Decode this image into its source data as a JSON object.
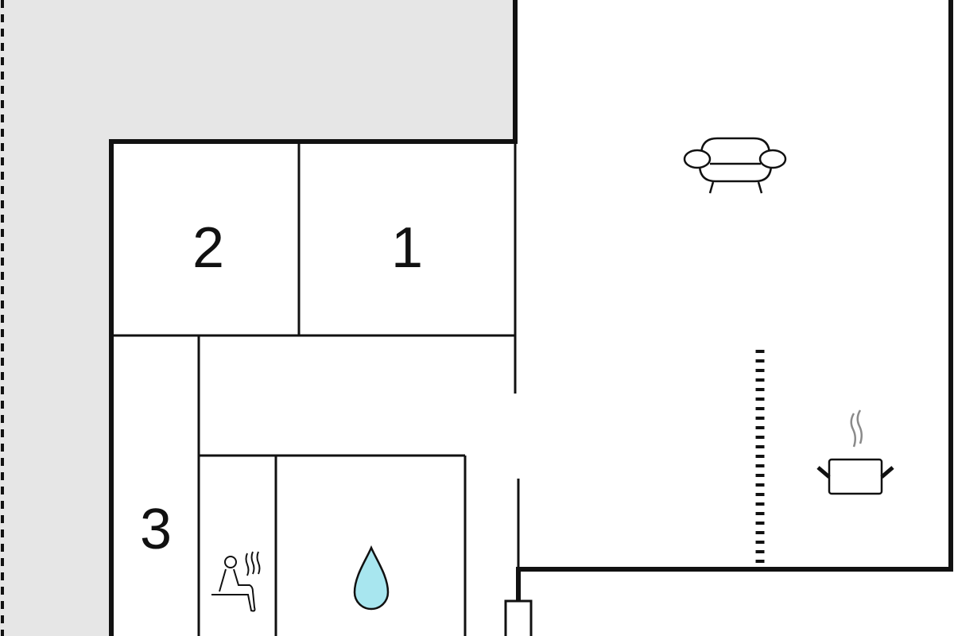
{
  "floor_plan": {
    "rooms": [
      {
        "label": "1",
        "type": "bedroom"
      },
      {
        "label": "2",
        "type": "bedroom"
      },
      {
        "label": "3",
        "type": "bedroom"
      }
    ],
    "icons": [
      "sofa-icon",
      "cooking-pot-icon",
      "sauna-icon",
      "water-drop-icon"
    ],
    "colors": {
      "wall": "#111111",
      "outside": "#e6e6e6",
      "water": "#a8e6ef",
      "steam": "#8a8a8a"
    }
  }
}
